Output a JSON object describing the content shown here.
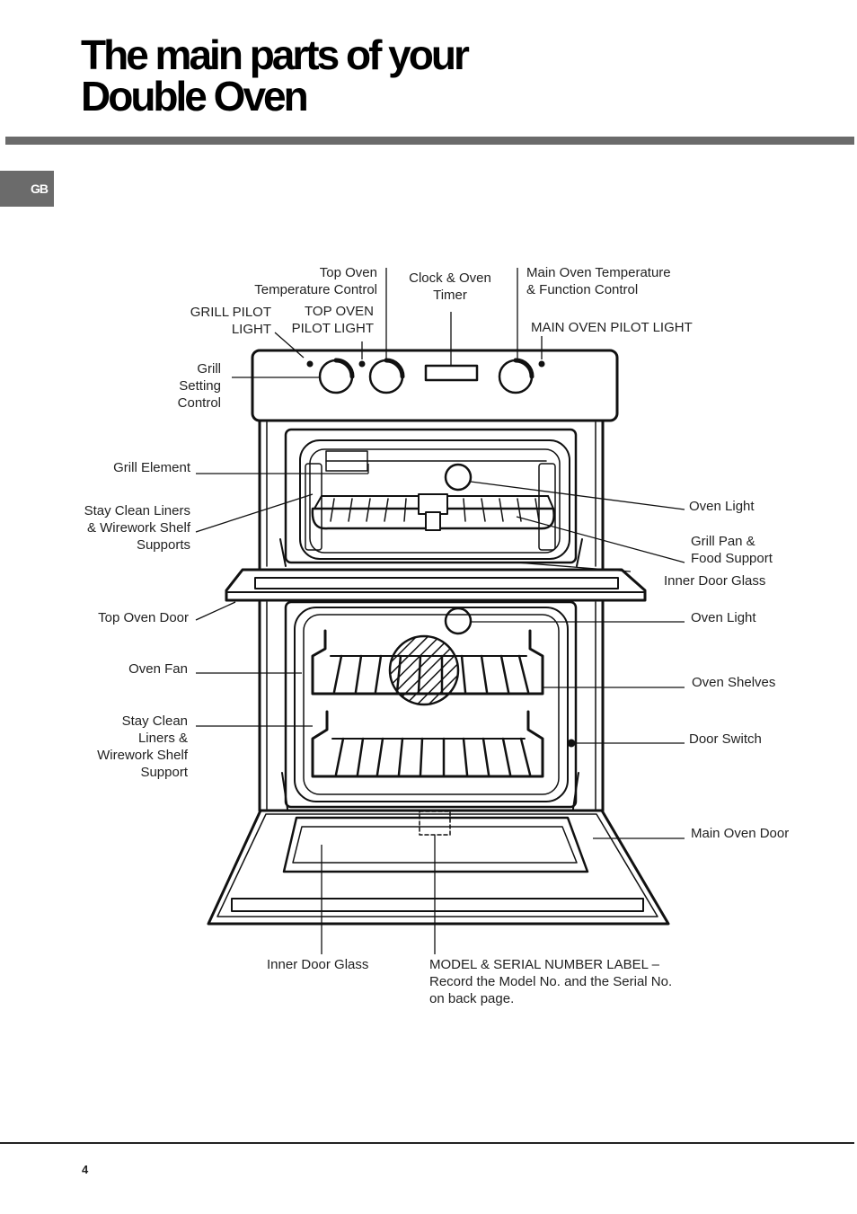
{
  "title": {
    "line1": "The main parts of your",
    "line2": "Double Oven"
  },
  "language_tab": "GB",
  "page_number": "4",
  "labels": {
    "top_oven_temp_control": "Top Oven\nTemperature Control",
    "clock_timer": "Clock & Oven\nTimer",
    "main_oven_temp_control": "Main Oven Temperature\n& Function Control",
    "grill_pilot_light": "GRILL PILOT\nLIGHT",
    "top_oven_pilot_light": "TOP OVEN\nPILOT LIGHT",
    "main_oven_pilot_light": "MAIN OVEN PILOT LIGHT",
    "grill_setting_control": "Grill\nSetting\nControl",
    "grill_element": "Grill Element",
    "stay_clean_liners_top": "Stay Clean Liners\n& Wirework Shelf\nSupports",
    "oven_light_top": "Oven Light",
    "grill_pan": "Grill Pan &\nFood Support",
    "inner_door_glass_top": "Inner Door Glass",
    "top_oven_door": "Top Oven Door",
    "oven_light_main": "Oven Light",
    "oven_fan": "Oven Fan",
    "oven_shelves": "Oven Shelves",
    "stay_clean_liners_main": "Stay Clean\nLiners &\nWirework Shelf\nSupport",
    "door_switch": "Door Switch",
    "main_oven_door": "Main Oven Door",
    "inner_door_glass_bottom": "Inner Door Glass",
    "model_serial_label": "MODEL & SERIAL NUMBER LABEL –\nRecord the Model No. and the Serial No.\non back page."
  }
}
